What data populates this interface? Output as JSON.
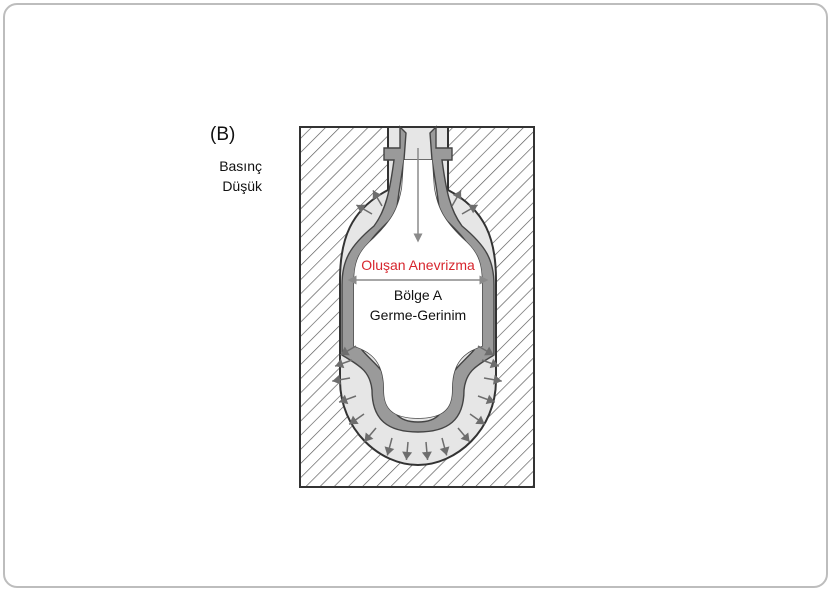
{
  "figure": {
    "panel_letter": "(B)",
    "pressure_label_line1": "Basınç",
    "pressure_label_line2": "Düşük",
    "aneurysm_label": "Oluşan Anevrizma",
    "zone_label": "Bölge A",
    "stretch_label": "Germe-Gerinim"
  },
  "colors": {
    "mold_outline": "#333333",
    "hatch": "#555555",
    "cavity_fill": "#e6e6e6",
    "preform_fill": "#9a9a9a",
    "arrow_fill": "#6d6d6d",
    "aneurysm_text": "#d7262e"
  },
  "icons": {
    "inward_arrows": "triangle-arrow-icon",
    "stretch_rod_arrow": "down-arrow-icon",
    "width_arrow": "double-arrow-icon"
  }
}
